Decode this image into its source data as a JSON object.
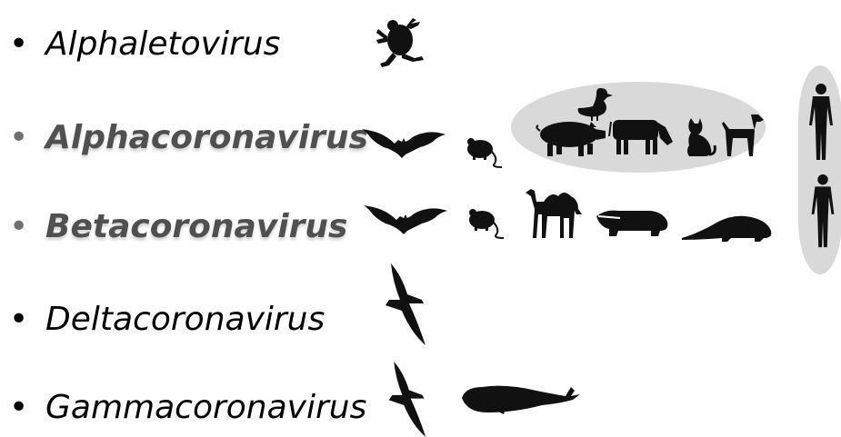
{
  "rows": [
    {
      "label": "Alphaletovirus",
      "emphasis": "normal",
      "hosts": [
        "frog-icon"
      ]
    },
    {
      "label": "Alphacoronavirus",
      "emphasis": "bold",
      "hosts": [
        "bat-icon",
        "mouse-icon",
        "duck-icon",
        "pig-icon",
        "cow-icon",
        "cat-icon",
        "dog-icon",
        "human-icon"
      ]
    },
    {
      "label": "Betacoronavirus",
      "emphasis": "bold",
      "hosts": [
        "bat-icon",
        "mouse-icon",
        "camel-icon",
        "badger-icon",
        "pangolin-icon",
        "human-icon"
      ]
    },
    {
      "label": "Deltacoronavirus",
      "emphasis": "normal",
      "hosts": [
        "bird-icon"
      ]
    },
    {
      "label": "Gammacoronavirus",
      "emphasis": "normal",
      "hosts": [
        "bird-icon",
        "whale-icon"
      ]
    }
  ],
  "bullet": "•",
  "colors": {
    "silhouette": "#111111",
    "highlight_group": "#d9d9d9",
    "bold_label": "#505050"
  }
}
